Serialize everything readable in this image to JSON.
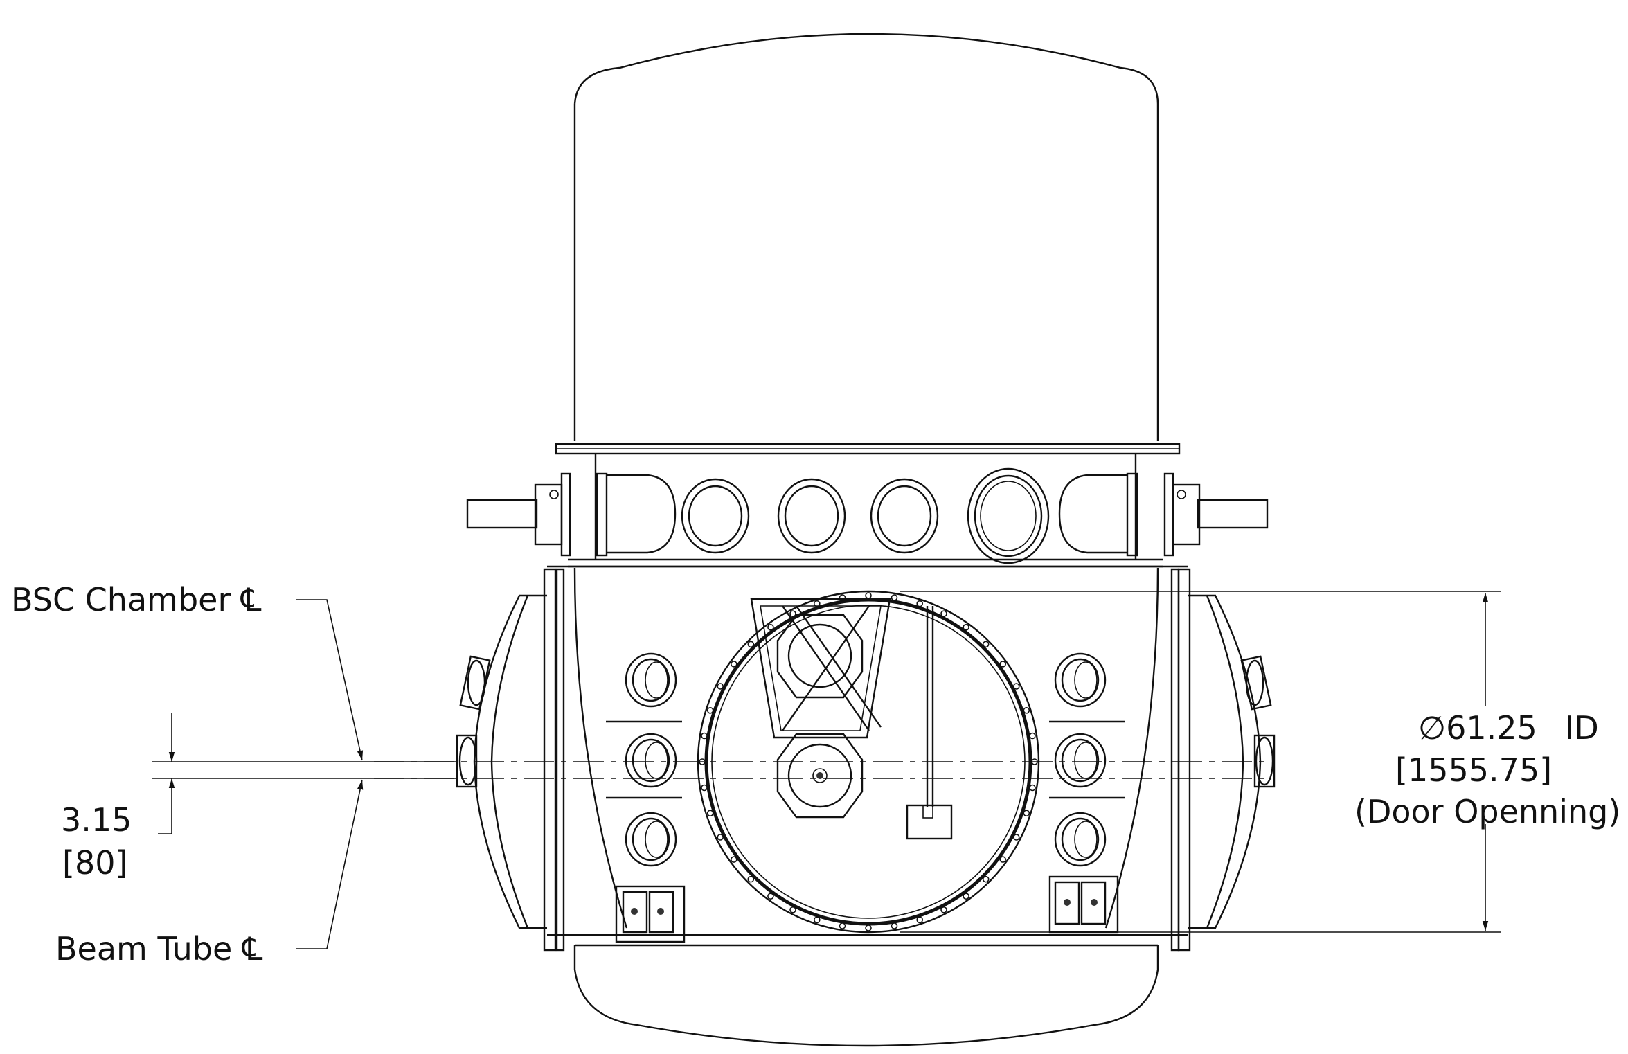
{
  "labels": {
    "bsc_chamber": "BSC Chamber",
    "beam_tube": "Beam Tube",
    "centerline_symbol": "℄",
    "offset_in": "3.15",
    "offset_mm": "[80]",
    "diameter_symbol": "∅",
    "diameter_in": "61.25",
    "diameter_id": "ID",
    "diameter_mm": "[1555.75]",
    "diameter_note": "(Door Openning)"
  }
}
